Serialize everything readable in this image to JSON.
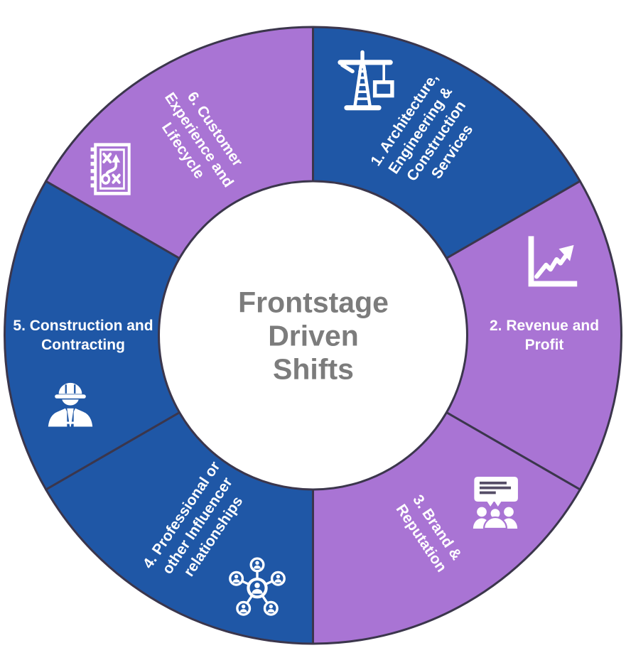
{
  "diagram": {
    "title": {
      "text": "Frontstage Driven Shifts",
      "lines": [
        "Frontstage",
        "Driven",
        "Shifts"
      ]
    }
  },
  "colors": {
    "blue": "#1F57A6",
    "purple": "#A974D4",
    "outline": "#3B364C",
    "icon": "#FFFFFF",
    "bubble_lines": "#554D66",
    "title_text": "#7C7C7C"
  },
  "segments": [
    {
      "number": "1",
      "label": "1. Architecture, Engineering & Construction Services",
      "lines": [
        "1. Architecture,",
        "Engineering &",
        "Construction",
        "Services"
      ],
      "color": "#1F57A6",
      "icon": "tower-crane-icon"
    },
    {
      "number": "2",
      "label": "2. Revenue and Profit",
      "lines": [
        "2. Revenue and",
        "Profit"
      ],
      "color": "#A974D4",
      "icon": "line-chart-icon"
    },
    {
      "number": "3",
      "label": "3. Brand & Reputation",
      "lines": [
        "3. Brand &",
        "Reputation"
      ],
      "color": "#A974D4",
      "icon": "audience-presentation-icon"
    },
    {
      "number": "4",
      "label": "4. Professional or other Influencer relationships",
      "lines": [
        "4. Professional or",
        "other Influencer",
        "relationships"
      ],
      "color": "#1F57A6",
      "icon": "people-network-icon"
    },
    {
      "number": "5",
      "label": "5. Construction and Contracting",
      "lines": [
        "5. Construction and",
        "Contracting"
      ],
      "color": "#1F57A6",
      "icon": "construction-worker-icon"
    },
    {
      "number": "6",
      "label": "6. Customer Experience and Lifecycle",
      "lines": [
        "6. Customer",
        "Experience and",
        "Lifecycle"
      ],
      "color": "#A974D4",
      "icon": "strategy-plan-icon"
    }
  ]
}
